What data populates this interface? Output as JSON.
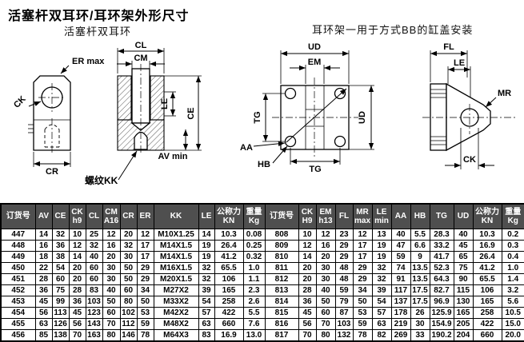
{
  "page": {
    "title": "活塞杆双耳环/耳环架外形尺寸",
    "left_subtitle": "活塞杆双耳环",
    "right_subtitle": "耳环架一用于方式BB的缸盖安装"
  },
  "diagram_labels": {
    "er_max": "ER max",
    "ck_front": "CK",
    "cr": "CR",
    "cl": "CL",
    "cm": "CM",
    "le_section": "LE",
    "ce": "CE",
    "av_min": "AV min",
    "thread_kk": "螺纹KK",
    "ud_top": "UD",
    "em": "EM",
    "tg_left": "TG",
    "ud_right": "UD",
    "aa": "AA",
    "hb": "HB",
    "tg_bottom": "TG",
    "fl": "FL",
    "le_side": "LE",
    "mr": "MR",
    "ck_side": "CK"
  },
  "table": {
    "left": {
      "headers": [
        "订货号",
        "AV",
        "CE",
        "CK\nh9",
        "CL",
        "CM\nA16",
        "CR",
        "ER",
        "KK",
        "LE",
        "公称力\nKN",
        "重量\nKg"
      ],
      "rows": [
        [
          "447",
          "14",
          "32",
          "10",
          "25",
          "12",
          "20",
          "12",
          "M10X1.25",
          "14",
          "10.3",
          "0.08"
        ],
        [
          "448",
          "16",
          "36",
          "12",
          "32",
          "16",
          "32",
          "17",
          "M14X1.5",
          "19",
          "26.4",
          "0.25"
        ],
        [
          "449",
          "18",
          "38",
          "14",
          "40",
          "20",
          "30",
          "17",
          "M14X1.5",
          "19",
          "41.2",
          "0.32"
        ],
        [
          "450",
          "22",
          "54",
          "20",
          "60",
          "30",
          "50",
          "29",
          "M16X1.5",
          "32",
          "65.5",
          "1.0"
        ],
        [
          "451",
          "28",
          "60",
          "20",
          "60",
          "30",
          "50",
          "29",
          "M20X1.5",
          "32",
          "106",
          "1.1"
        ],
        [
          "452",
          "36",
          "75",
          "28",
          "83",
          "40",
          "60",
          "34",
          "M27X2",
          "39",
          "165",
          "2.3"
        ],
        [
          "453",
          "45",
          "99",
          "36",
          "103",
          "50",
          "80",
          "50",
          "M33X2",
          "54",
          "258",
          "2.6"
        ],
        [
          "454",
          "56",
          "113",
          "45",
          "123",
          "60",
          "102",
          "53",
          "M42X2",
          "57",
          "422",
          "5.5"
        ],
        [
          "455",
          "63",
          "126",
          "56",
          "143",
          "70",
          "112",
          "59",
          "M48X2",
          "63",
          "660",
          "7.6"
        ],
        [
          "456",
          "85",
          "138",
          "70",
          "163",
          "80",
          "146",
          "78",
          "M64X3",
          "83",
          "16.9",
          "13.0"
        ]
      ]
    },
    "right": {
      "headers": [
        "订货号",
        "CK\nH9",
        "EM\nh13",
        "FL",
        "MR\nmax",
        "LE\nmin",
        "AA",
        "HB",
        "TG",
        "UD",
        "公称力\nKN",
        "重量\nKg"
      ],
      "rows": [
        [
          "808",
          "10",
          "12",
          "23",
          "12",
          "13",
          "40",
          "5.5",
          "28.3",
          "40",
          "10.3",
          "0.2"
        ],
        [
          "809",
          "12",
          "16",
          "29",
          "17",
          "19",
          "47",
          "6.6",
          "33.2",
          "45",
          "16.9",
          "0.3"
        ],
        [
          "810",
          "14",
          "20",
          "29",
          "17",
          "19",
          "59",
          "9",
          "41.7",
          "65",
          "26.4",
          "0.4"
        ],
        [
          "811",
          "20",
          "30",
          "48",
          "29",
          "32",
          "74",
          "13.5",
          "52.3",
          "75",
          "41.2",
          "1.0"
        ],
        [
          "812",
          "20",
          "30",
          "48",
          "29",
          "32",
          "91",
          "13.5",
          "64.3",
          "90",
          "65.5",
          "1.4"
        ],
        [
          "813",
          "28",
          "40",
          "59",
          "34",
          "39",
          "117",
          "17.5",
          "82.7",
          "115",
          "106",
          "3.2"
        ],
        [
          "814",
          "36",
          "50",
          "79",
          "50",
          "54",
          "137",
          "17.5",
          "96.9",
          "130",
          "165",
          "5.6"
        ],
        [
          "815",
          "45",
          "60",
          "87",
          "53",
          "57",
          "178",
          "26",
          "125.9",
          "165",
          "258",
          "10.5"
        ],
        [
          "816",
          "56",
          "70",
          "103",
          "59",
          "63",
          "219",
          "30",
          "154.9",
          "205",
          "422",
          "15.0"
        ],
        [
          "817",
          "70",
          "80",
          "132",
          "78",
          "82",
          "269",
          "33",
          "190.2",
          "204",
          "660",
          "20.0"
        ]
      ]
    }
  },
  "colors": {
    "header_bg": "#4f4f4f",
    "header_text": "#ffffff",
    "line": "#000000",
    "page_bg": "#ffffff"
  }
}
